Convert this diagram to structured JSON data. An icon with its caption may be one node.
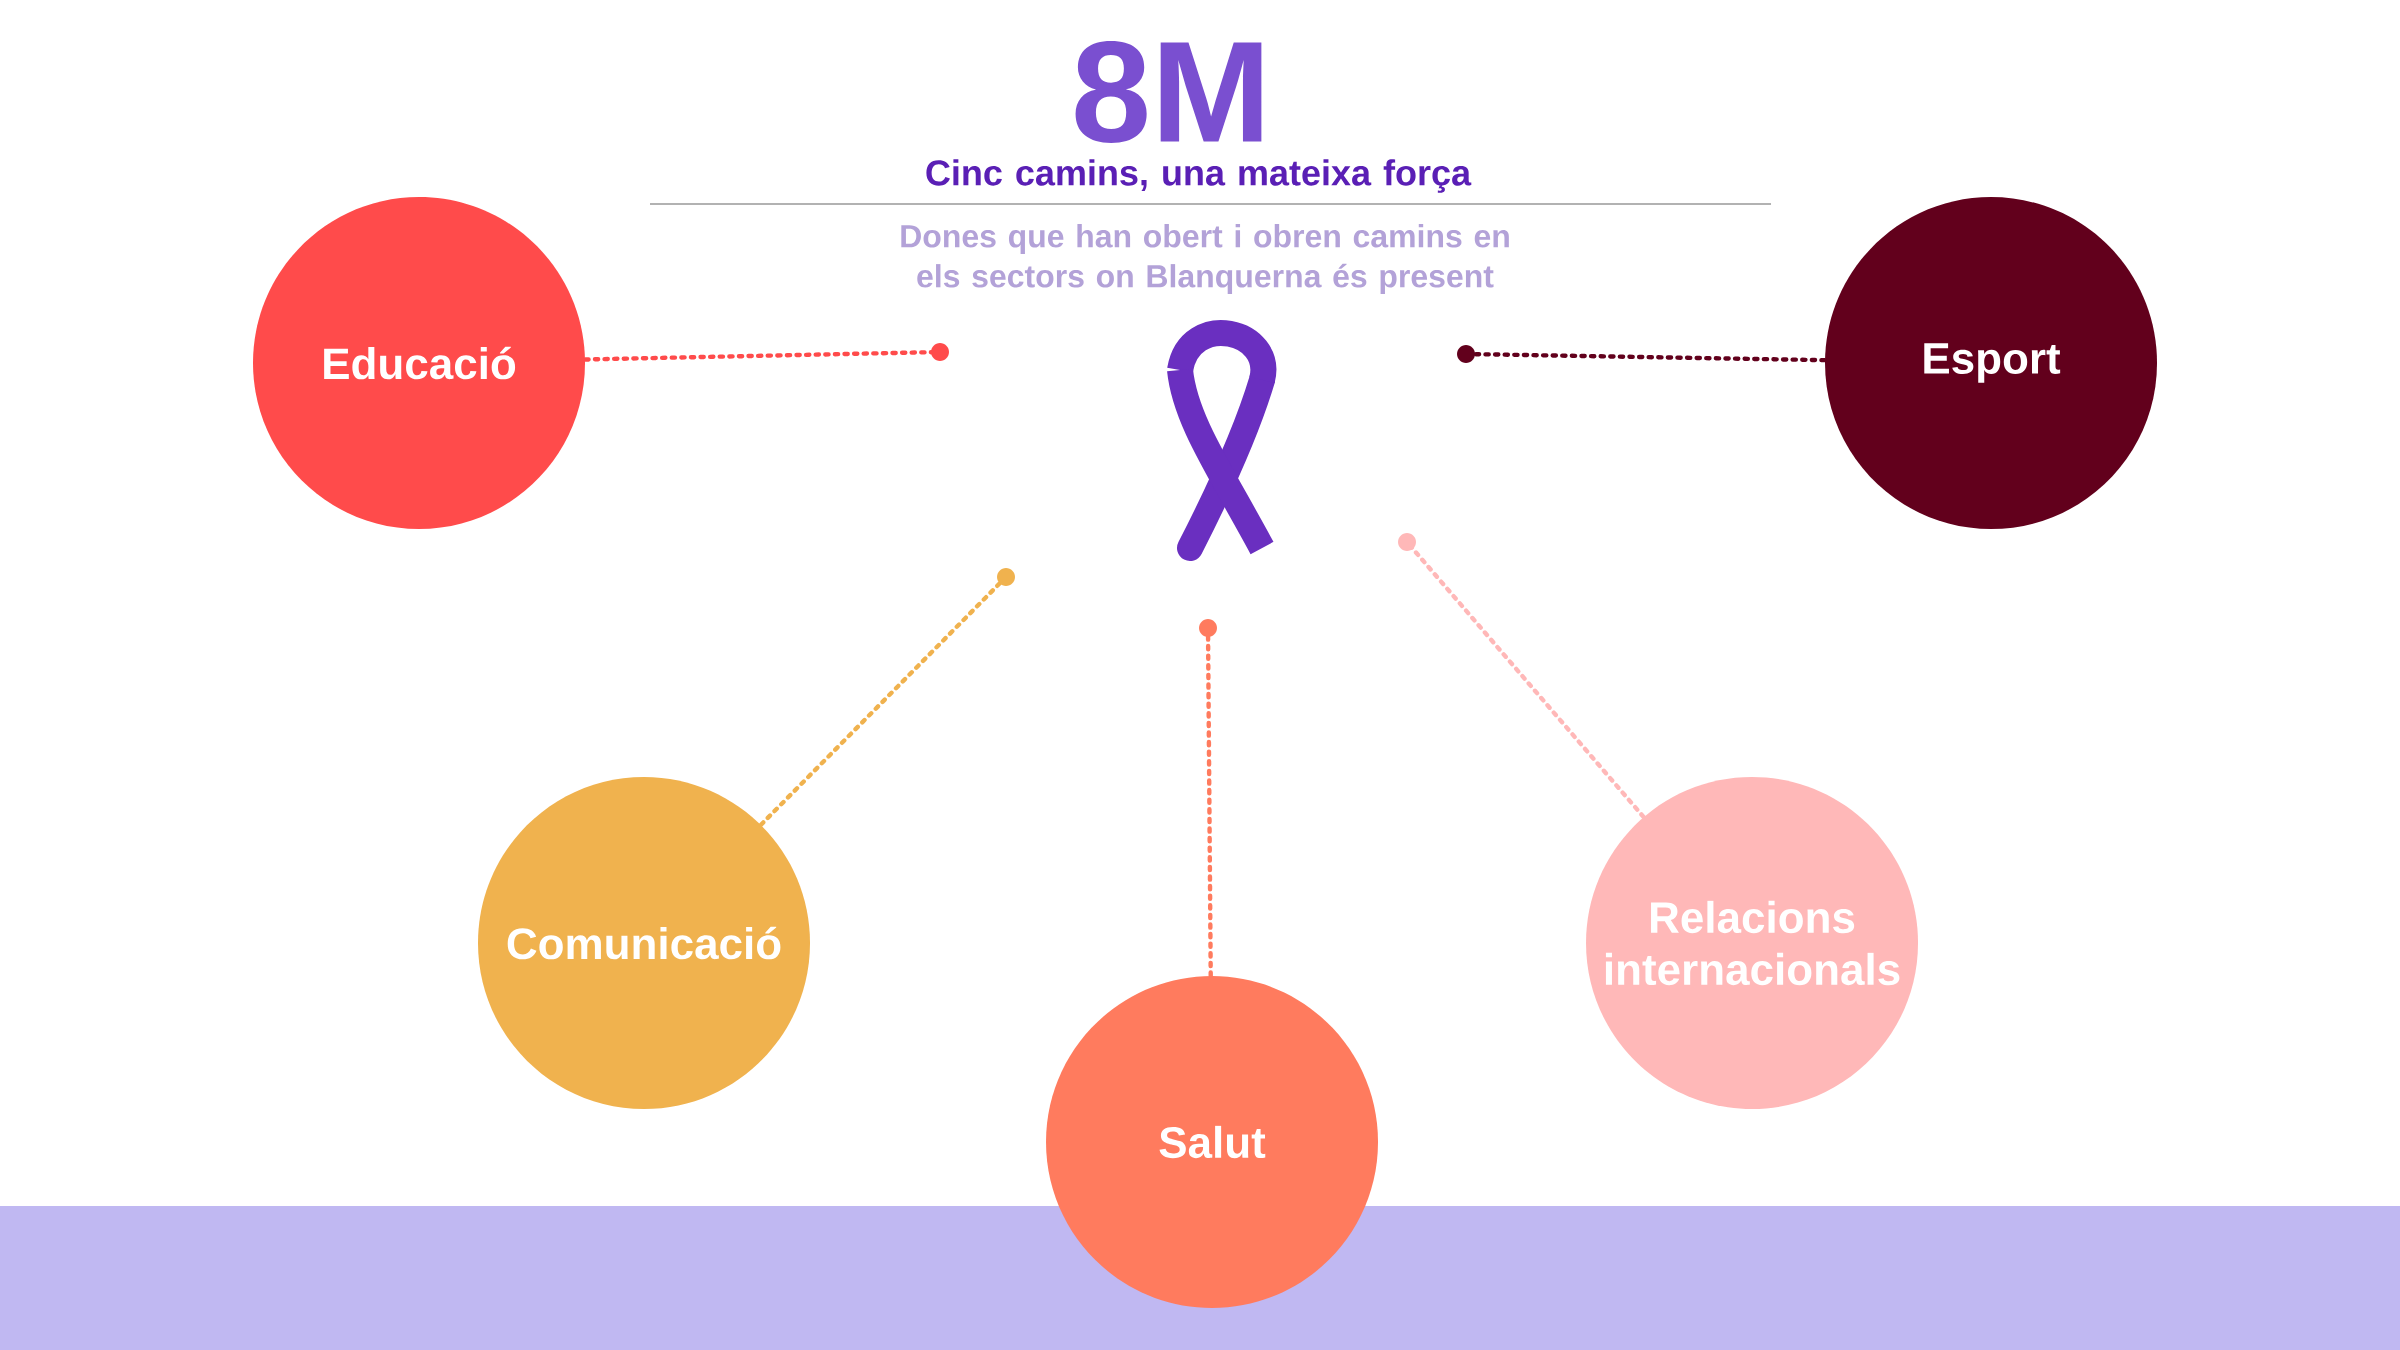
{
  "diagram": {
    "title": "8M",
    "nodes": [
      {
        "text": [
          "Educació"
        ]
      },
      {
        "text": [
          "Esport"
        ]
      },
      {
        "text": [
          "Comunicació"
        ]
      },
      {
        "text": [
          "Salut"
        ]
      },
      {
        "text": [
          "Relacions internacionals"
        ]
      }
    ],
    "edges": [
      {
        "from": 0,
        "to": null,
        "arrow": "other",
        "color": "#ff4b4b"
      },
      {
        "from": 1,
        "to": null,
        "arrow": "other",
        "color": "#62001c"
      },
      {
        "from": 2,
        "to": null,
        "arrow": "other",
        "color": "#f0b24e"
      },
      {
        "from": 3,
        "to": null,
        "arrow": "other",
        "color": "#ff7b5e"
      },
      {
        "from": 4,
        "to": null,
        "arrow": "other",
        "color": "#ffb8b8"
      }
    ],
    "labels": [
      "Cinc camins, una mateixa força",
      "Dones que han obert i obren camins en els sectors on Blanquerna és present"
    ]
  }
}
